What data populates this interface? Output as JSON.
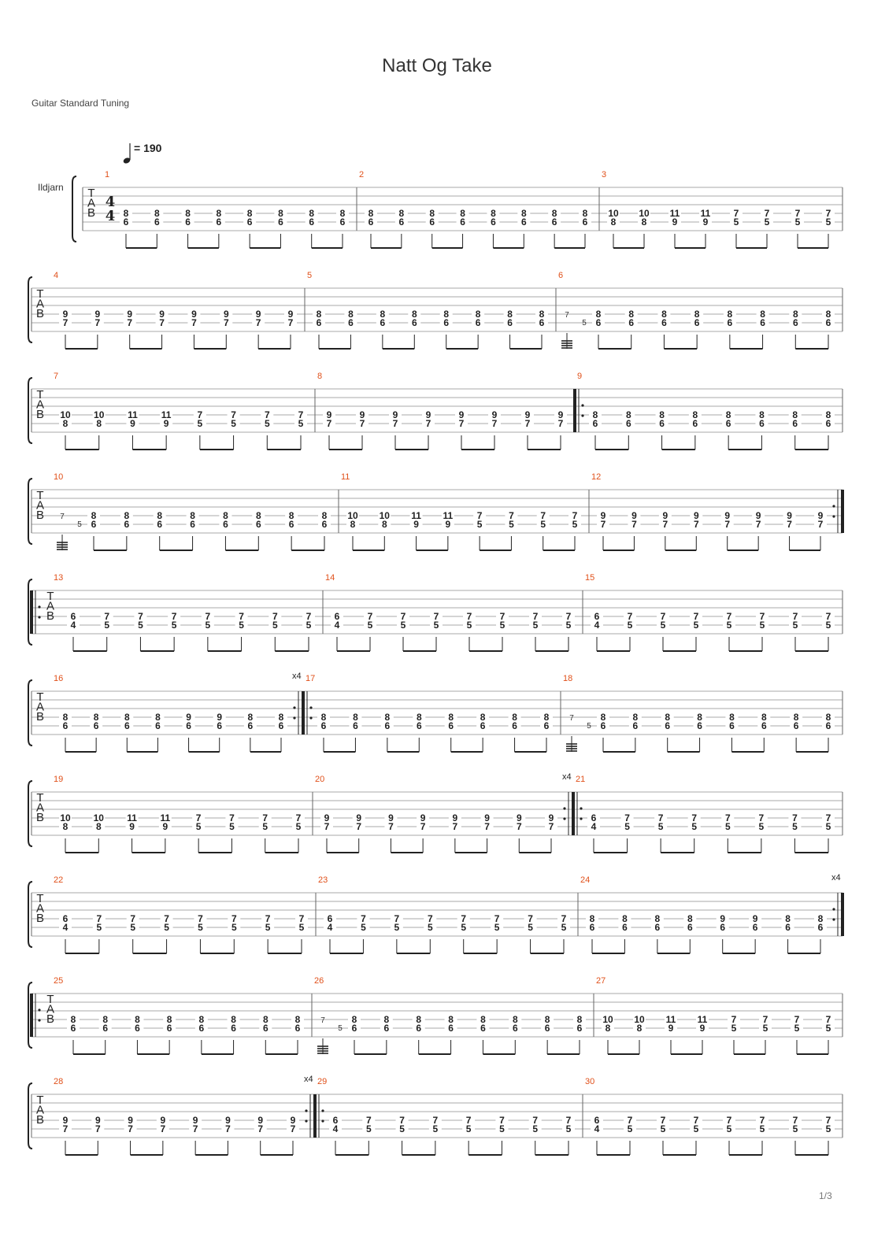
{
  "document": {
    "title": "Natt Og Take",
    "tuning": "Guitar Standard Tuning",
    "page_number": "1/3"
  },
  "track": {
    "name": "Ildjarn",
    "tempo": "= 190",
    "time_signature": [
      "4",
      "4"
    ],
    "tab_letters": [
      "T",
      "A",
      "B"
    ]
  },
  "patterns": {
    "P": [
      [
        "8",
        "6"
      ],
      [
        "8",
        "6"
      ],
      [
        "8",
        "6"
      ],
      [
        "8",
        "6"
      ],
      [
        "8",
        "6"
      ],
      [
        "8",
        "6"
      ],
      [
        "8",
        "6"
      ],
      [
        "8",
        "6"
      ]
    ],
    "Q": [
      [
        "10",
        "8"
      ],
      [
        "10",
        "8"
      ],
      [
        "11",
        "9"
      ],
      [
        "11",
        "9"
      ],
      [
        "7",
        "5"
      ],
      [
        "7",
        "5"
      ],
      [
        "7",
        "5"
      ],
      [
        "7",
        "5"
      ]
    ],
    "R": [
      [
        "9",
        "7"
      ],
      [
        "9",
        "7"
      ],
      [
        "9",
        "7"
      ],
      [
        "9",
        "7"
      ],
      [
        "9",
        "7"
      ],
      [
        "9",
        "7"
      ],
      [
        "9",
        "7"
      ],
      [
        "9",
        "7"
      ]
    ],
    "S": [
      [
        "6",
        "4"
      ],
      [
        "7",
        "5"
      ],
      [
        "7",
        "5"
      ],
      [
        "7",
        "5"
      ],
      [
        "7",
        "5"
      ],
      [
        "7",
        "5"
      ],
      [
        "7",
        "5"
      ],
      [
        "7",
        "5"
      ]
    ],
    "T": [
      [
        "8",
        "6"
      ],
      [
        "8",
        "6"
      ],
      [
        "8",
        "6"
      ],
      [
        "8",
        "6"
      ],
      [
        "9",
        "6"
      ],
      [
        "9",
        "6"
      ],
      [
        "8",
        "6"
      ],
      [
        "8",
        "6"
      ]
    ],
    "G": [
      [
        "8",
        "6"
      ],
      [
        "8",
        "6"
      ],
      [
        "8",
        "6"
      ],
      [
        "8",
        "6"
      ],
      [
        "8",
        "6"
      ],
      [
        "8",
        "6"
      ],
      [
        "8",
        "6"
      ],
      [
        "8",
        "6"
      ]
    ]
  },
  "grace": {
    "from": "7",
    "to": "5"
  },
  "repeat_count": "x4",
  "systems": [
    {
      "measures": [
        {
          "number": "1",
          "pattern": "P"
        },
        {
          "number": "2",
          "pattern": "P"
        },
        {
          "number": "3",
          "pattern": "Q"
        }
      ]
    },
    {
      "measures": [
        {
          "number": "4",
          "pattern": "R"
        },
        {
          "number": "5",
          "pattern": "P"
        },
        {
          "number": "6",
          "pattern": "G",
          "grace": true
        }
      ]
    },
    {
      "measures": [
        {
          "number": "7",
          "pattern": "Q"
        },
        {
          "number": "8",
          "pattern": "R"
        },
        {
          "number": "9",
          "pattern": "P",
          "repeat_start": true
        }
      ]
    },
    {
      "measures": [
        {
          "number": "10",
          "pattern": "G",
          "grace": true
        },
        {
          "number": "11",
          "pattern": "Q"
        },
        {
          "number": "12",
          "pattern": "R",
          "repeat_end": true
        }
      ]
    },
    {
      "measures": [
        {
          "number": "13",
          "pattern": "S",
          "repeat_start": true
        },
        {
          "number": "14",
          "pattern": "S"
        },
        {
          "number": "15",
          "pattern": "S"
        }
      ]
    },
    {
      "measures": [
        {
          "number": "16",
          "pattern": "T",
          "repeat_end": true,
          "repeat_count": "x4"
        },
        {
          "number": "17",
          "pattern": "P",
          "repeat_start": true
        },
        {
          "number": "18",
          "pattern": "G",
          "grace": true
        }
      ]
    },
    {
      "measures": [
        {
          "number": "19",
          "pattern": "Q"
        },
        {
          "number": "20",
          "pattern": "R",
          "repeat_end": true,
          "repeat_count": "x4"
        },
        {
          "number": "21",
          "pattern": "S",
          "repeat_start": true
        }
      ]
    },
    {
      "measures": [
        {
          "number": "22",
          "pattern": "S"
        },
        {
          "number": "23",
          "pattern": "S"
        },
        {
          "number": "24",
          "pattern": "T",
          "repeat_end": true,
          "repeat_count": "x4"
        }
      ]
    },
    {
      "measures": [
        {
          "number": "25",
          "pattern": "P",
          "repeat_start": true
        },
        {
          "number": "26",
          "pattern": "G",
          "grace": true
        },
        {
          "number": "27",
          "pattern": "Q"
        }
      ]
    },
    {
      "measures": [
        {
          "number": "28",
          "pattern": "R",
          "repeat_end": true,
          "repeat_count": "x4"
        },
        {
          "number": "29",
          "pattern": "S",
          "repeat_start": true
        },
        {
          "number": "30",
          "pattern": "S"
        }
      ]
    }
  ]
}
